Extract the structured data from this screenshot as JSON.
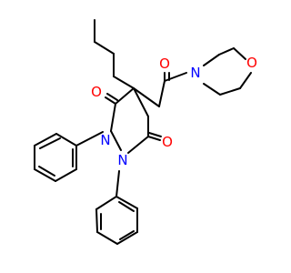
{
  "atoms": {
    "o_amide": "O",
    "n_morpholine": "N",
    "o_morpholine": "O",
    "o_carbonyl_left": "O",
    "o_carbonyl_right": "O",
    "n_ring_1": "N",
    "n_ring_2": "N"
  },
  "colors": {
    "bond": "#000000",
    "oxygen": "#ff0000",
    "nitrogen": "#0000ff"
  }
}
